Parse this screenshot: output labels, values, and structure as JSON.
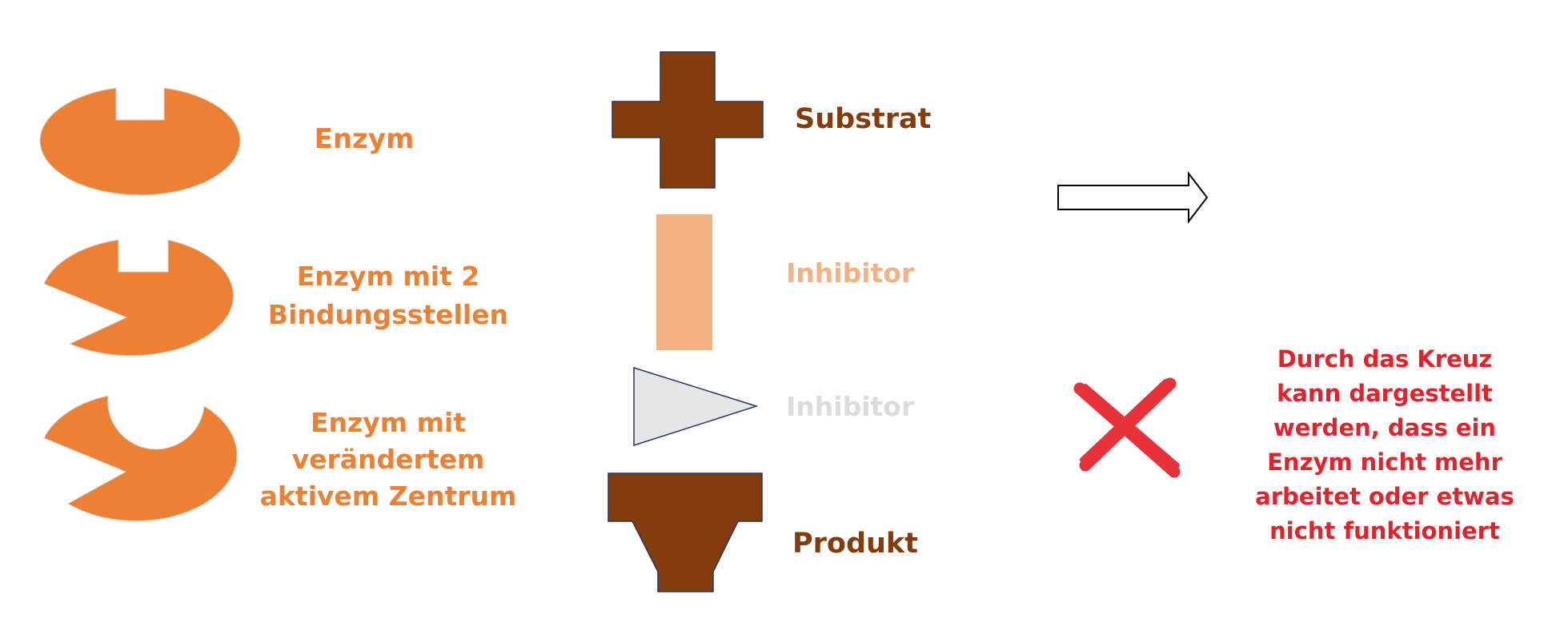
{
  "legend": {
    "enzyme": {
      "label": "Enzym",
      "color": "#ed8033"
    },
    "enzyme_two_sites": {
      "label_lines": [
        "Enzym mit 2",
        "Bindungsstellen"
      ],
      "color": "#ed8033"
    },
    "enzyme_altered_site": {
      "label_lines": [
        "Enzym mit",
        "verändertem",
        "aktivem Zentrum"
      ],
      "color": "#ed8033"
    },
    "substrate": {
      "label": "Substrat",
      "color": "#843c0c"
    },
    "inhibitor_rect": {
      "label": "Inhibitor",
      "color": "#f4b183"
    },
    "inhibitor_triangle": {
      "label": "Inhibitor",
      "color": "#dcdcdc"
    },
    "product": {
      "label": "Produkt",
      "color": "#843c0c"
    },
    "arrow": {
      "icon": "hollow-right-arrow-icon"
    },
    "cross": {
      "icon": "red-x-icon",
      "color": "#e8202a",
      "description_lines": [
        "Durch das Kreuz",
        "kann dargestellt",
        "werden, dass ein",
        "Enzym nicht mehr",
        "arbeitet oder etwas",
        "nicht funktioniert"
      ]
    }
  }
}
